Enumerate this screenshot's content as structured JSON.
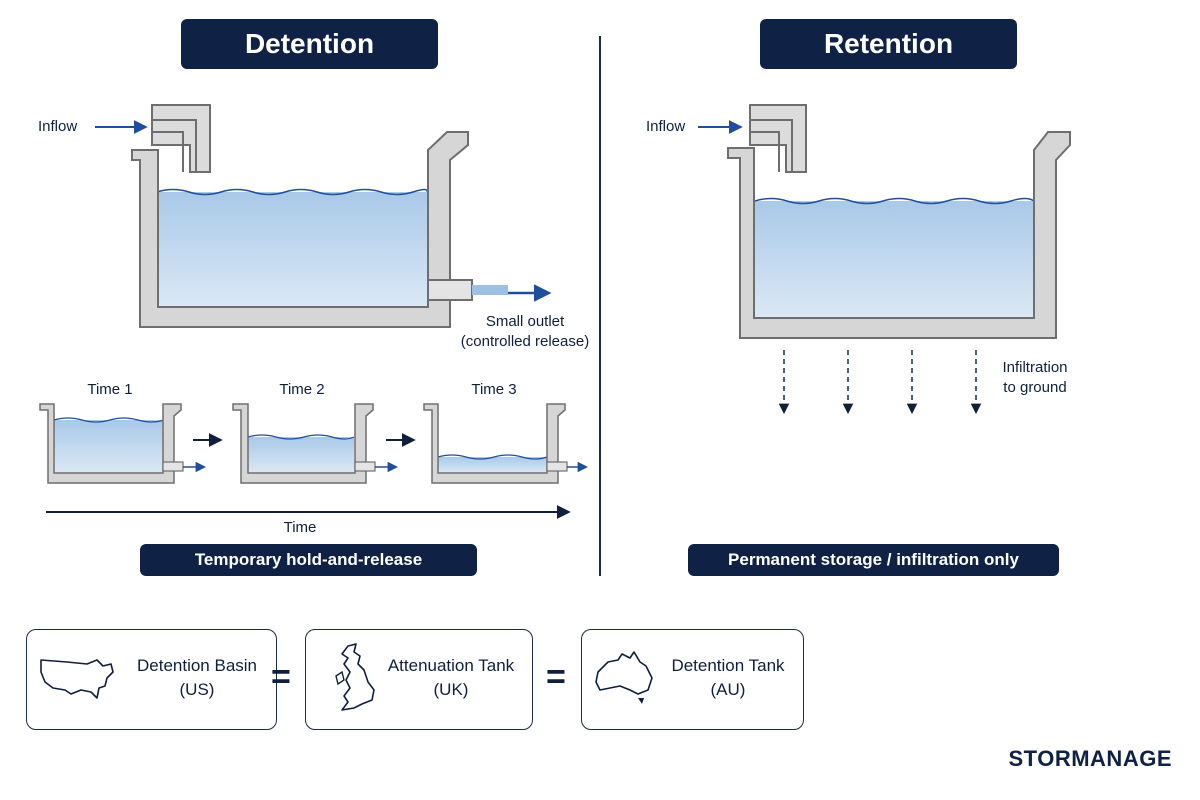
{
  "left_panel": {
    "title": "Detention",
    "inflow_label": "Inflow",
    "outlet_label": "Small outlet",
    "outlet_sublabel": "(controlled release)",
    "time_steps": [
      {
        "label": "Time 1",
        "fill_fraction": 0.85
      },
      {
        "label": "Time 2",
        "fill_fraction": 0.58
      },
      {
        "label": "Time 3",
        "fill_fraction": 0.3
      }
    ],
    "time_axis_label": "Time",
    "caption": "Temporary hold-and-release"
  },
  "right_panel": {
    "title": "Retention",
    "inflow_label": "Inflow",
    "infiltration_label": "Infiltration",
    "infiltration_sublabel": "to ground",
    "caption": "Permanent storage / infiltration only"
  },
  "equivalents": [
    {
      "name": "Detention Basin",
      "region": "(US)",
      "icon": "us-map-icon"
    },
    {
      "name": "Attenuation Tank",
      "region": "(UK)",
      "icon": "uk-map-icon"
    },
    {
      "name": "Detention Tank",
      "region": "(AU)",
      "icon": "australia-map-icon"
    }
  ],
  "equals_symbol": "=",
  "brand": "STORMANAGE",
  "colors": {
    "navy": "#0f2145",
    "water": "#bcd5ec",
    "concrete": "#d6d6d6",
    "arrow": "#1f4f9c"
  }
}
